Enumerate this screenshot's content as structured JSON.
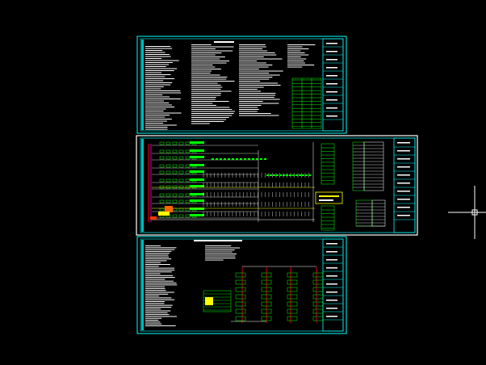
{
  "app": {
    "view": "model-space",
    "background_color": "#000000"
  },
  "colors": {
    "frame": "#00ffff",
    "text_white": "#ffffff",
    "green": "#00ff00",
    "yellow": "#ffff00",
    "red": "#ff0000",
    "magenta": "#ff00ff",
    "cursor": "#ffffff"
  },
  "sheets": [
    {
      "name": "sheet-1-general-notes",
      "selected": false
    },
    {
      "name": "sheet-2-riser-diagram",
      "selected": true
    },
    {
      "name": "sheet-3-system-diagram",
      "selected": false
    }
  ],
  "cursor": {
    "type": "crosshair",
    "icon": "crosshair-cursor-icon"
  }
}
